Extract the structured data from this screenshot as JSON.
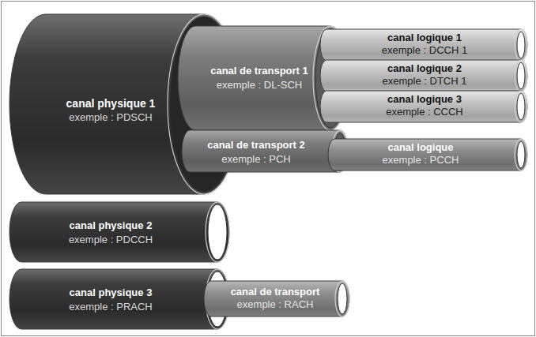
{
  "diagram": {
    "nodes": [
      {
        "text": [
          "canal physique 1",
          "exemple : PDSCH"
        ]
      },
      {
        "text": [
          "canal de transport 1",
          "exemple : DL-SCH"
        ],
        "in": 0
      },
      {
        "text": [
          "canal logique 1",
          "exemple : DCCH 1"
        ],
        "in": 1
      },
      {
        "text": [
          "canal logique 2",
          "exemple : DTCH 1"
        ],
        "in": 1
      },
      {
        "text": [
          "canal logique 3",
          "exemple : CCCH"
        ],
        "in": 1
      },
      {
        "text": [
          "canal de transport 2",
          "exemple : PCH"
        ],
        "in": 0
      },
      {
        "text": [
          "canal logique",
          "exemple : PCCH"
        ],
        "in": 5
      },
      {
        "text": [
          "canal physique 2",
          "exemple : PDCCH"
        ]
      },
      {
        "text": [
          "canal physique 3",
          "exemple : PRACH"
        ]
      },
      {
        "text": [
          "canal de transport",
          "exemple : RACH"
        ],
        "in": 8
      }
    ]
  }
}
